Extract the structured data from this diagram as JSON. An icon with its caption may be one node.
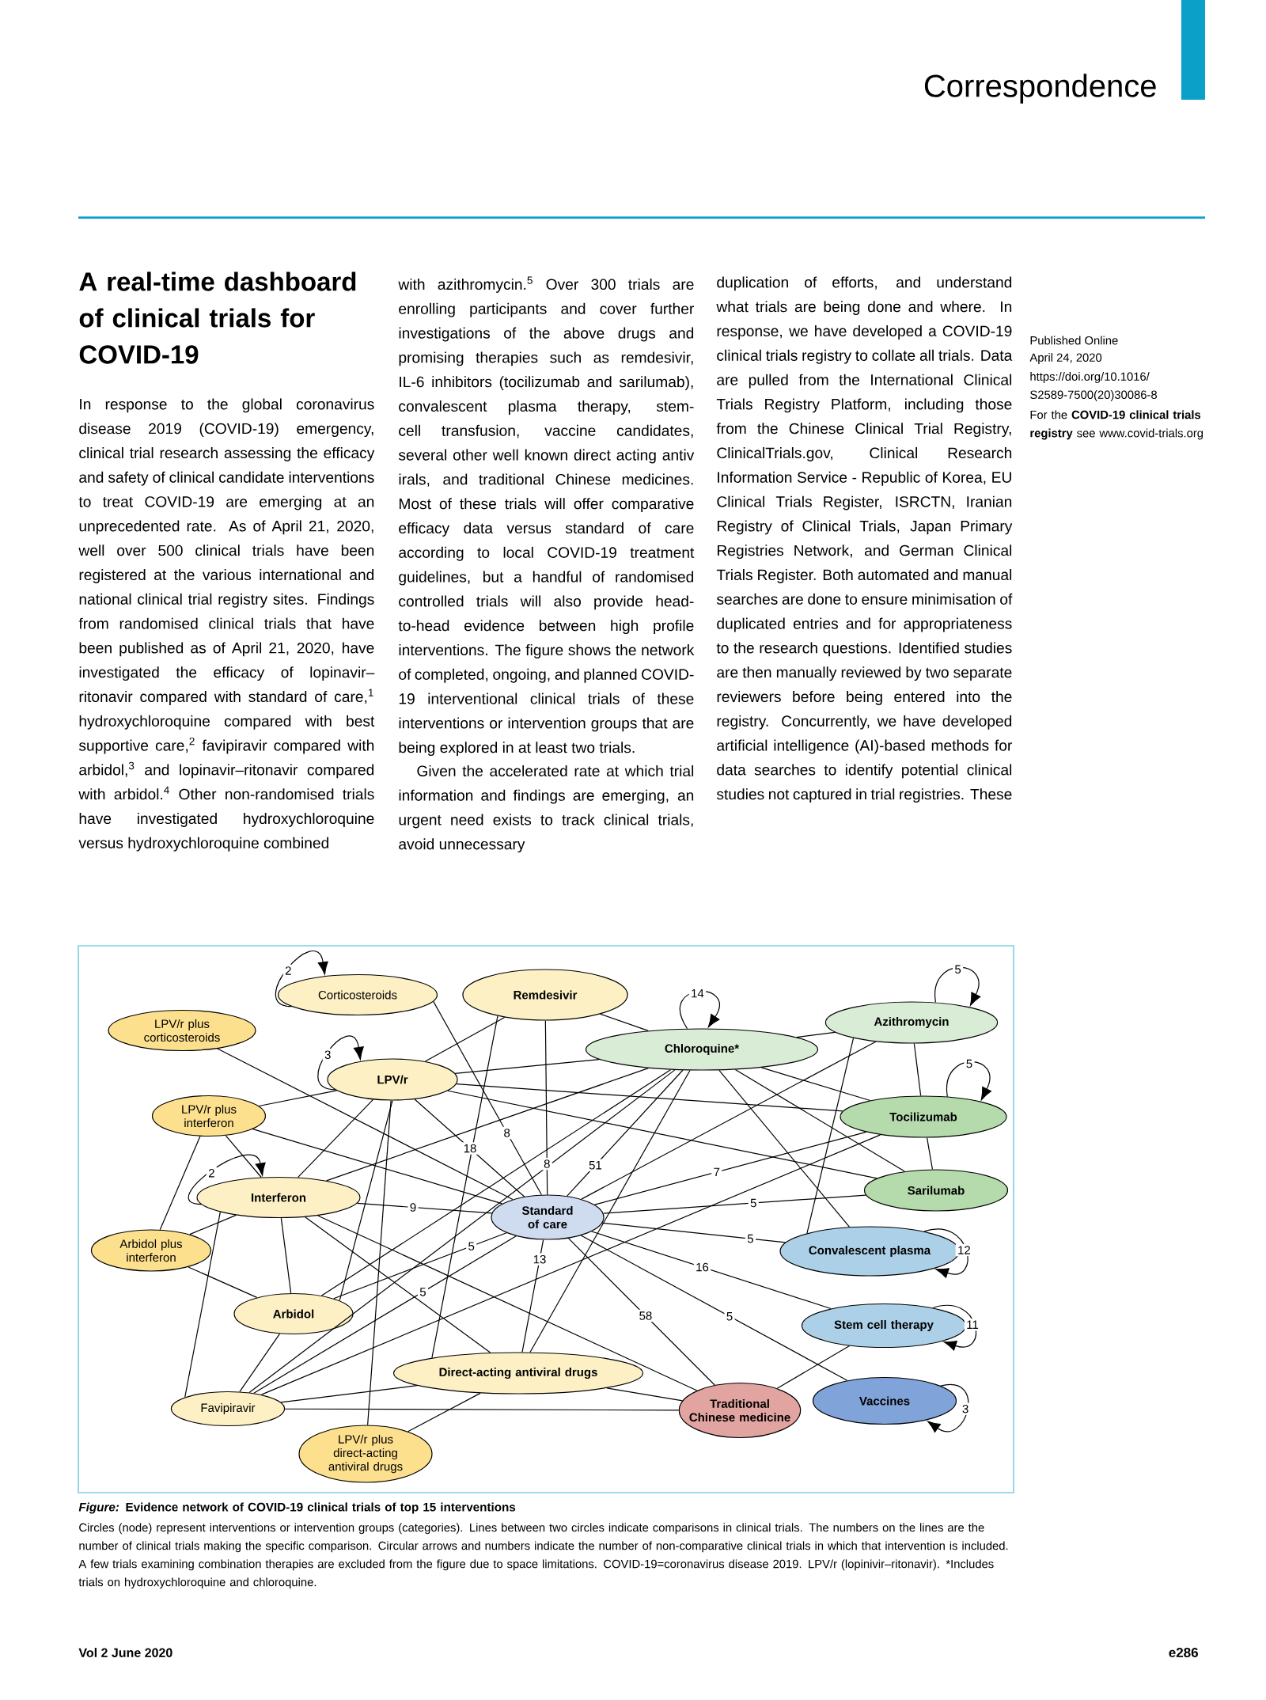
{
  "diagram": {
    "title": "A real-time dashboard of clinical trials for COVID-19",
    "caption": "*Figure:* Evidence network of COVID-19 clinical trials of top 15 interventions",
    "nodes": [
      {
        "text": [
          "Corticosteroids"
        ]
      },
      {
        "text": [
          "Remdesivir"
        ]
      },
      {
        "text": [
          "LPV/r plus corticosteroids"
        ]
      },
      {
        "text": [
          "Azithromycin"
        ]
      },
      {
        "text": [
          "Chloroquine*"
        ]
      },
      {
        "text": [
          "LPV/r"
        ]
      },
      {
        "text": [
          "LPV/r plus interferon"
        ]
      },
      {
        "text": [
          "Tocilizumab"
        ]
      },
      {
        "text": [
          "Sarilumab"
        ]
      },
      {
        "text": [
          "Interferon"
        ]
      },
      {
        "text": [
          "Standard of care"
        ]
      },
      {
        "text": [
          "Arbidol plus interferon"
        ]
      },
      {
        "text": [
          "Convalescent plasma"
        ]
      },
      {
        "text": [
          "Arbidol"
        ]
      },
      {
        "text": [
          "Stem cell therapy"
        ]
      },
      {
        "text": [
          "Direct-acting antiviral drugs"
        ]
      },
      {
        "text": [
          "Vaccines"
        ]
      },
      {
        "text": [
          "Favipiravir"
        ]
      },
      {
        "text": [
          "Traditional Chinese medicine"
        ]
      },
      {
        "text": [
          "LPV/r plus direct-acting antiviral drugs"
        ]
      }
    ],
    "edges": [
      {
        "from": 0,
        "to": 10,
        "arrow": "none",
        "label": "8"
      },
      {
        "from": 1,
        "to": 5,
        "arrow": "none"
      },
      {
        "from": 1,
        "to": 4,
        "arrow": "none"
      },
      {
        "from": 1,
        "to": 10,
        "arrow": "none",
        "label": "8"
      },
      {
        "from": 1,
        "to": 15,
        "arrow": "none"
      },
      {
        "from": 2,
        "to": 10,
        "arrow": "none"
      },
      {
        "from": 3,
        "to": 4,
        "arrow": "none"
      },
      {
        "from": 3,
        "to": 7,
        "arrow": "none"
      },
      {
        "from": 3,
        "to": 10,
        "arrow": "none"
      },
      {
        "from": 3,
        "to": 12,
        "arrow": "none"
      },
      {
        "from": 4,
        "to": 5,
        "arrow": "none"
      },
      {
        "from": 4,
        "to": 7,
        "arrow": "none"
      },
      {
        "from": 4,
        "to": 8,
        "arrow": "none"
      },
      {
        "from": 4,
        "to": 9,
        "arrow": "none"
      },
      {
        "from": 4,
        "to": 10,
        "arrow": "none",
        "label": "51"
      },
      {
        "from": 4,
        "to": 12,
        "arrow": "none"
      },
      {
        "from": 4,
        "to": 13,
        "arrow": "none"
      },
      {
        "from": 4,
        "to": 15,
        "arrow": "none"
      },
      {
        "from": 4,
        "to": 17,
        "arrow": "none"
      },
      {
        "from": 5,
        "to": 6,
        "arrow": "none"
      },
      {
        "from": 5,
        "to": 7,
        "arrow": "none"
      },
      {
        "from": 5,
        "to": 8,
        "arrow": "none"
      },
      {
        "from": 5,
        "to": 9,
        "arrow": "none"
      },
      {
        "from": 5,
        "to": 10,
        "arrow": "none",
        "label": "18"
      },
      {
        "from": 5,
        "to": 13,
        "arrow": "none"
      },
      {
        "from": 5,
        "to": 19,
        "arrow": "none"
      },
      {
        "from": 6,
        "to": 9,
        "arrow": "none"
      },
      {
        "from": 6,
        "to": 10,
        "arrow": "none"
      },
      {
        "from": 6,
        "to": 11,
        "arrow": "none"
      },
      {
        "from": 7,
        "to": 8,
        "arrow": "none"
      },
      {
        "from": 7,
        "to": 10,
        "arrow": "none",
        "label": "7"
      },
      {
        "from": 7,
        "to": 17,
        "arrow": "none"
      },
      {
        "from": 8,
        "to": 10,
        "arrow": "none",
        "label": "5"
      },
      {
        "from": 9,
        "to": 10,
        "arrow": "none",
        "label": "9"
      },
      {
        "from": 9,
        "to": 11,
        "arrow": "none"
      },
      {
        "from": 9,
        "to": 13,
        "arrow": "none"
      },
      {
        "from": 9,
        "to": 15,
        "arrow": "none"
      },
      {
        "from": 9,
        "to": 17,
        "arrow": "none"
      },
      {
        "from": 9,
        "to": 18,
        "arrow": "none"
      },
      {
        "from": 10,
        "to": 12,
        "arrow": "none",
        "label": "5"
      },
      {
        "from": 10,
        "to": 13,
        "arrow": "none",
        "label": "5"
      },
      {
        "from": 10,
        "to": 14,
        "arrow": "none",
        "label": "16"
      },
      {
        "from": 10,
        "to": 15,
        "arrow": "none",
        "label": "13"
      },
      {
        "from": 10,
        "to": 16,
        "arrow": "none",
        "label": "5"
      },
      {
        "from": 10,
        "to": 17,
        "arrow": "none",
        "label": "5"
      },
      {
        "from": 10,
        "to": 18,
        "arrow": "none",
        "label": "58"
      },
      {
        "from": 11,
        "to": 13,
        "arrow": "none"
      },
      {
        "from": 13,
        "to": 17,
        "arrow": "none"
      },
      {
        "from": 14,
        "to": 18,
        "arrow": "none"
      },
      {
        "from": 15,
        "to": 17,
        "arrow": "none"
      },
      {
        "from": 15,
        "to": 18,
        "arrow": "none"
      },
      {
        "from": 15,
        "to": 19,
        "arrow": "none"
      },
      {
        "from": 17,
        "to": 18,
        "arrow": "none"
      },
      {
        "from": 0,
        "to": 0,
        "arrow": "to",
        "label": "2"
      },
      {
        "from": 5,
        "to": 5,
        "arrow": "to",
        "label": "3"
      },
      {
        "from": 9,
        "to": 9,
        "arrow": "to",
        "label": "2"
      },
      {
        "from": 4,
        "to": 4,
        "arrow": "to",
        "label": "14"
      },
      {
        "from": 3,
        "to": 3,
        "arrow": "to",
        "label": "5"
      },
      {
        "from": 7,
        "to": 7,
        "arrow": "to",
        "label": "5"
      },
      {
        "from": 12,
        "to": 12,
        "arrow": "to",
        "label": "12"
      },
      {
        "from": 14,
        "to": 14,
        "arrow": "to",
        "label": "11"
      },
      {
        "from": 16,
        "to": 16,
        "arrow": "to",
        "label": "3"
      }
    ],
    "labels": [
      "Correspondence",
      "In response to the global coronavirus disease 2019 (COVID-19) emergency, clinical trial research assessing the efficacy and safety of clinical candidate interventions to treat COVID-19 are emerging at an unprecedented rate. As of April 21, 2020, well over 500 clinical trials have been registered at the various international and national clinical trial registry sites. Findings from randomised clinical trials that have been published as of April 21, 2020, have investigated the efficacy of lopinavir–ritonavir compared with standard of care,$^{1}$ hydroxychloroquine compared with best supportive care,$^{2}$ favipiravir compared with arbidol,$^{3}$ and lopinavir–ritonavir compared with arbidol.$^{4}$ Other non-randomised trials have investigated hydroxychloroquine versus hydroxychloroquine combined",
      "with azithromycin.$^{5}$ Over 300 trials are enrolling participants and cover further investigations of the above drugs and promising therapies such as remdesivir, IL-6 inhibitors (tocilizumab and sarilumab), convalescent plasma therapy, stem-cell transfusion, vaccine candidates, several other well known direct acting antiv irals, and traditional Chinese medicines. Most of these trials will offer comparative efficacy data versus standard of care according to local COVID-19 treatment guidelines, but a handful of randomised controlled trials will also provide head-to-head evidence between high profile interventions. The figure shows the network of completed, ongoing, and planned COVID-19 interventional clinical trials of these interventions or intervention groups that are being explored in at least two trials.",
      "Given the accelerated rate at which trial information and findings are emerging, an urgent need exists to track clinical trials, avoid unnecessary",
      "duplication of efforts, and understand what trials are being done and where. In response, we have developed a COVID-19 clinical trials registry to collate all trials. Data are pulled from the International Clinical Trials Registry Platform, including those from the Chinese Clinical Trial Registry, ClinicalTrials.gov, Clinical Research Information Service - Republic of Korea, EU Clinical Trials Register, ISRCTN, Iranian Registry of Clinical Trials, Japan Primary Registries Network, and German Clinical Trials Register. Both automated and manual searches are done to ensure minimisation of duplicated entries and for appropriateness to the research questions. Identified studies are then manually reviewed by two separate reviewers before being entered into the registry. Concurrently, we have developed artificial intelligence (AI)-based methods for data searches to identify potential clinical studies not captured in trial registries. These",
      "Published Online",
      "April 24, 2020",
      "https://doi.org/10.1016/",
      "S2589-7500(20)30086-8",
      "For the **COVID-19 clinical trials registry** see www.covid-trials.org",
      "Circles (node) represent interventions or intervention groups (categories). Lines between two circles indicate comparisons in clinical trials. The numbers on the lines are the number of clinical trials making the specific comparison. Circular arrows and numbers indicate the number of non-comparative clinical trials in which that intervention is included. A few trials examining combination therapies are excluded from the figure due to space limitations. COVID-19=coronavirus disease 2019. LPV/r (lopinivir–ritonavir). *Includes trials on hydroxychloroquine and chloroquine.",
      "Vol 2 June 2020",
      "e286"
    ]
  }
}
